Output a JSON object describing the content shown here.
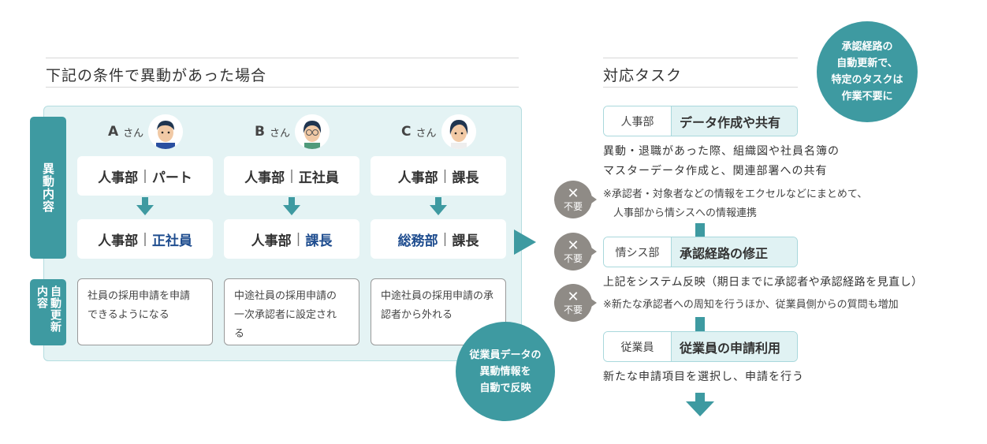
{
  "left": {
    "title": "下記の条件で異動があった場合",
    "side_labels": {
      "change": "異動内容",
      "update": "自動更新内容"
    },
    "people": [
      {
        "name": "A",
        "suffix": "さん",
        "before": {
          "dept": "人事部",
          "role": "パート"
        },
        "after": {
          "dept": "人事部",
          "role": "正社員"
        },
        "update": "社員の採用申請を申請できるようになる"
      },
      {
        "name": "B",
        "suffix": "さん",
        "before": {
          "dept": "人事部",
          "role": "正社員"
        },
        "after": {
          "dept": "人事部",
          "role": "課長"
        },
        "update": "中途社員の採用申請の一次承認者に設定される"
      },
      {
        "name": "C",
        "suffix": "さん",
        "before": {
          "dept": "人事部",
          "role": "課長"
        },
        "after": {
          "dept": "総務部",
          "role": "課長"
        },
        "update": "中途社員の採用申請の承認者から外れる"
      }
    ],
    "separator": "|",
    "circle": "従業員データの\n異動情報を\n自動で反映"
  },
  "right": {
    "title": "対応タスク",
    "circle": "承認経路の\n自動更新で、\n特定のタスクは\n作業不要に",
    "tasks": [
      {
        "label": "人事部",
        "title": "データ作成や共有",
        "desc1": "異動・退職があった際、組織図や社員名簿の",
        "desc2": "マスターデータ作成と、関連部署への共有",
        "note1": "※承認者・対象者などの情報をエクセルなどにまとめて、",
        "note2": "　人事部から情シスへの情報連携"
      },
      {
        "label": "情シス部",
        "title": "承認経路の修正",
        "desc1": "上記をシステム反映（期日までに承認者や承認経路を見直し）",
        "note1": "※新たな承認者への周知を行うほか、従業員側からの質問も増加"
      },
      {
        "label": "従業員",
        "title": "従業員の申請利用",
        "desc1": "新たな申請項目を選択し、申請を行う"
      }
    ],
    "badge": {
      "mark": "✕",
      "text": "不要"
    }
  },
  "colors": {
    "teal": "#3e9aa1",
    "panel": "#e4f3f4",
    "blue": "#1f4d8f",
    "gray": "#8f8b86"
  }
}
